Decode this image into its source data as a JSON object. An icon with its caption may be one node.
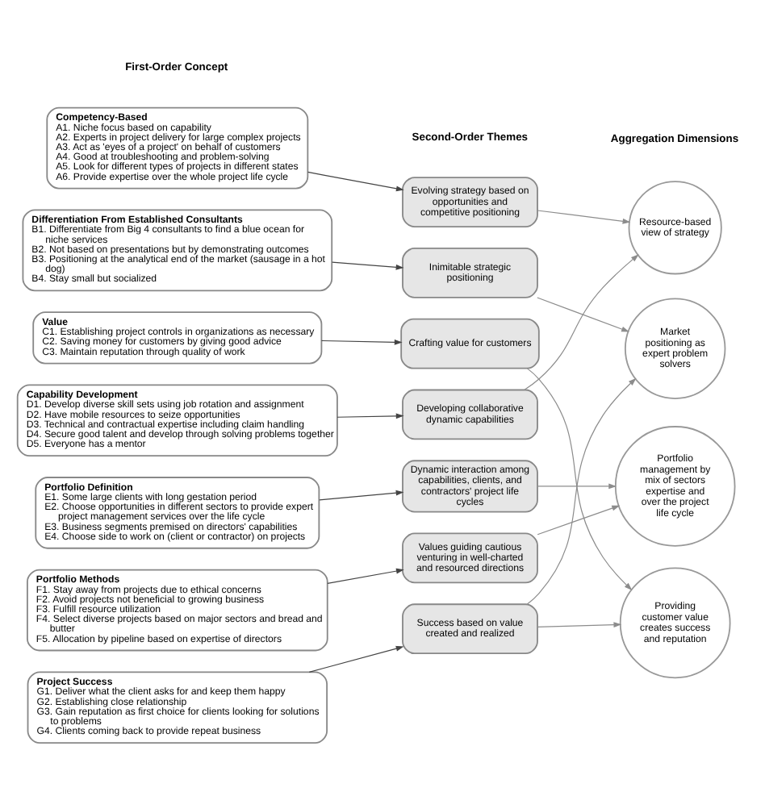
{
  "diagram": {
    "nodes": [
      {
        "text": [
          "Competency-Based",
          "A1. Niche focus based on capability",
          "A2. Experts in project delivery for large complex projects",
          "A3. Act as 'eyes of a project' on behalf of customers",
          "A4. Good at troubleshooting and problem-solving",
          "A5. Look for different types of projects in different states",
          "A6. Provide expertise over the whole project life cycle"
        ]
      },
      {
        "text": [
          "Differentiation From Established Consultants",
          "B1. Differentiate from Big 4 consultants to find a blue ocean for niche services",
          "B2. Not based on presentations but by demonstrating outcomes",
          "B3. Positioning at the analytical end of the market (sausage in a hot dog)",
          "B4. Stay small but socialized"
        ]
      },
      {
        "text": [
          "Value",
          "C1. Establishing project controls in organizations as necessary",
          "C2. Saving money for customers by giving good advice",
          "C3. Maintain reputation through quality of work"
        ]
      },
      {
        "text": [
          "Capability Development",
          "D1. Develop diverse skill sets using job rotation and assignment",
          "D2. Have mobile resources to seize opportunities",
          "D3. Technical and contractual expertise including claim handling",
          "D4. Secure good talent and develop through solving problems together",
          "D5. Everyone has a mentor"
        ]
      },
      {
        "text": [
          "Portfolio Definition",
          "E1. Some large clients with long gestation period",
          "E2. Choose opportunities in different sectors to provide expert project management services over the life cycle",
          "E3. Business segments premised on directors' capabilities",
          "E4. Choose side to work on (client or contractor) on projects"
        ]
      },
      {
        "text": [
          "Portfolio Methods",
          "F1. Stay away from projects due to ethical concerns",
          "F2. Avoid projects not beneficial to growing business",
          "F3. Fulfill resource utilization",
          "F4. Select diverse projects based on major sectors and bread and butter",
          "F5. Allocation by pipeline based on expertise of directors"
        ]
      },
      {
        "text": [
          "Project Success",
          "G1. Deliver what the client asks for and keep them happy",
          "G2. Establishing close relationship",
          "G3. Gain reputation as first choice for clients looking for solutions to problems",
          "G4. Clients coming back to provide repeat business"
        ]
      },
      {
        "text": [
          "Evolving strategy based on opportunities and competitive positioning"
        ]
      },
      {
        "text": [
          "Inimitable strategic positioning"
        ]
      },
      {
        "text": [
          "Crafting value for customers"
        ]
      },
      {
        "text": [
          "Developing collaborative dynamic capabilities"
        ]
      },
      {
        "text": [
          "Dynamic interaction among capabilities, clients, and contractors' project life cycles"
        ]
      },
      {
        "text": [
          "Values guiding cautious venturing in well-charted and resourced directions"
        ]
      },
      {
        "text": [
          "Success based on value created and realized"
        ]
      },
      {
        "text": [
          "Resource-based view of strategy"
        ]
      },
      {
        "text": [
          "Market positioning as expert problem solvers"
        ]
      },
      {
        "text": [
          "Portfolio management by mix of sectors expertise and over the project life cycle"
        ]
      },
      {
        "text": [
          "Providing customer value creates success and reputation"
        ]
      }
    ],
    "edges": [
      {
        "from": 0,
        "to": 7,
        "arrow": "to"
      },
      {
        "from": 1,
        "to": 8,
        "arrow": "to"
      },
      {
        "from": 2,
        "to": 9,
        "arrow": "to"
      },
      {
        "from": 3,
        "to": 10,
        "arrow": "to"
      },
      {
        "from": 4,
        "to": 11,
        "arrow": "to"
      },
      {
        "from": 5,
        "to": 12,
        "arrow": "to"
      },
      {
        "from": 6,
        "to": 13,
        "arrow": "to"
      },
      {
        "from": 7,
        "to": 14,
        "arrow": "to",
        "color": "#8c8c8c"
      },
      {
        "from": 8,
        "to": 15,
        "arrow": "to",
        "color": "#8c8c8c"
      },
      {
        "from": 9,
        "to": 17,
        "arrow": "to",
        "color": "#8c8c8c"
      },
      {
        "from": 10,
        "to": 14,
        "arrow": "to",
        "color": "#8c8c8c"
      },
      {
        "from": 11,
        "to": 16,
        "arrow": "to",
        "color": "#8c8c8c"
      },
      {
        "from": 12,
        "to": 16,
        "arrow": "to",
        "color": "#8c8c8c"
      },
      {
        "from": 13,
        "to": 15,
        "arrow": "to",
        "color": "#8c8c8c"
      },
      {
        "from": 13,
        "to": 17,
        "arrow": "to",
        "color": "#8c8c8c"
      }
    ],
    "labels": [
      "First-Order Concept",
      "Second-Order Themes",
      "Aggregation Dimensions"
    ]
  }
}
